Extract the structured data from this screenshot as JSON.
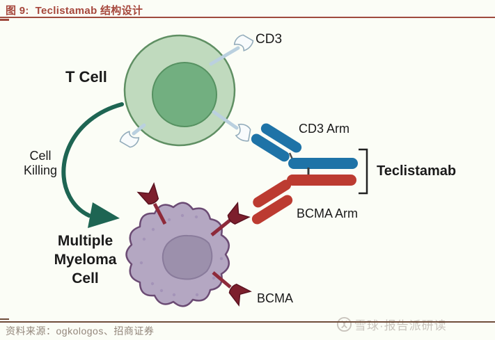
{
  "header": {
    "title": "图 9:  Teclistamab 结构设计"
  },
  "diagram": {
    "labels": {
      "cd3": "CD3",
      "t_cell": "T Cell",
      "cell_killing_1": "Cell",
      "cell_killing_2": "Killing",
      "cd3_arm": "CD3 Arm",
      "teclistamab": "Teclistamab",
      "bcma_arm": "BCMA Arm",
      "myeloma_1": "Multiple",
      "myeloma_2": "Myeloma",
      "myeloma_3": "Cell",
      "bcma": "BCMA"
    },
    "colors": {
      "t_cell_body": "#C0DABE",
      "t_cell_border": "#5F8F63",
      "t_cell_nucleus": "#72AF80",
      "cd3_receptor_fill": "#F8FBFC",
      "cd3_stalk": "#BAD0DF",
      "cd3_arm_blue": "#1E73A7",
      "bcma_arm_red": "#BC3B31",
      "bcma_receptor": "#7D1F2D",
      "myeloma_body": "#B4A7C2",
      "myeloma_border": "#6B4B74",
      "myeloma_nucleus": "#9C90AC",
      "kill_arrow": "#1E6553",
      "title_accent": "#A6473C"
    }
  },
  "footer": {
    "source": "资料来源：ogkologos、招商证券"
  },
  "watermark": {
    "text": "雪球·报告派研读"
  }
}
